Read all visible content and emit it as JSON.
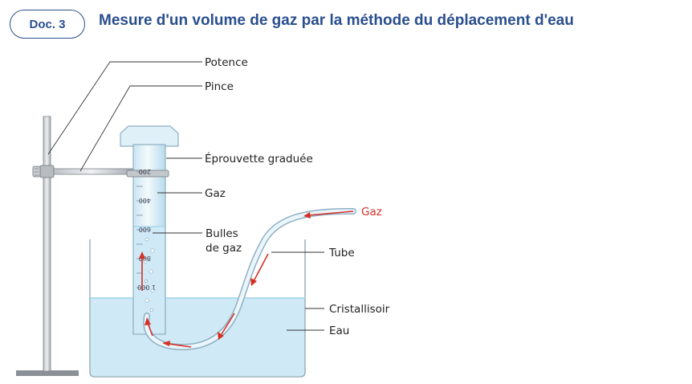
{
  "header": {
    "badge": "Doc. 3",
    "title": "Mesure d'un volume de gaz par la méthode du déplacement d'eau"
  },
  "labels": {
    "potence": "Potence",
    "pince": "Pince",
    "eprouvette": "Éprouvette graduée",
    "gaz": "Gaz",
    "bulles_line1": "Bulles",
    "bulles_line2": "de gaz",
    "gaz_tube": "Gaz",
    "tube": "Tube",
    "cristallisoir": "Cristallisoir",
    "eau": "Eau"
  },
  "graduations": [
    "200",
    "400",
    "600",
    "800",
    "1 000"
  ],
  "colors": {
    "title": "#2a4f8f",
    "arrow": "#d62f24",
    "water": "#cde9f6",
    "glass": "#e2f2fa",
    "stand": "#8a9096"
  }
}
